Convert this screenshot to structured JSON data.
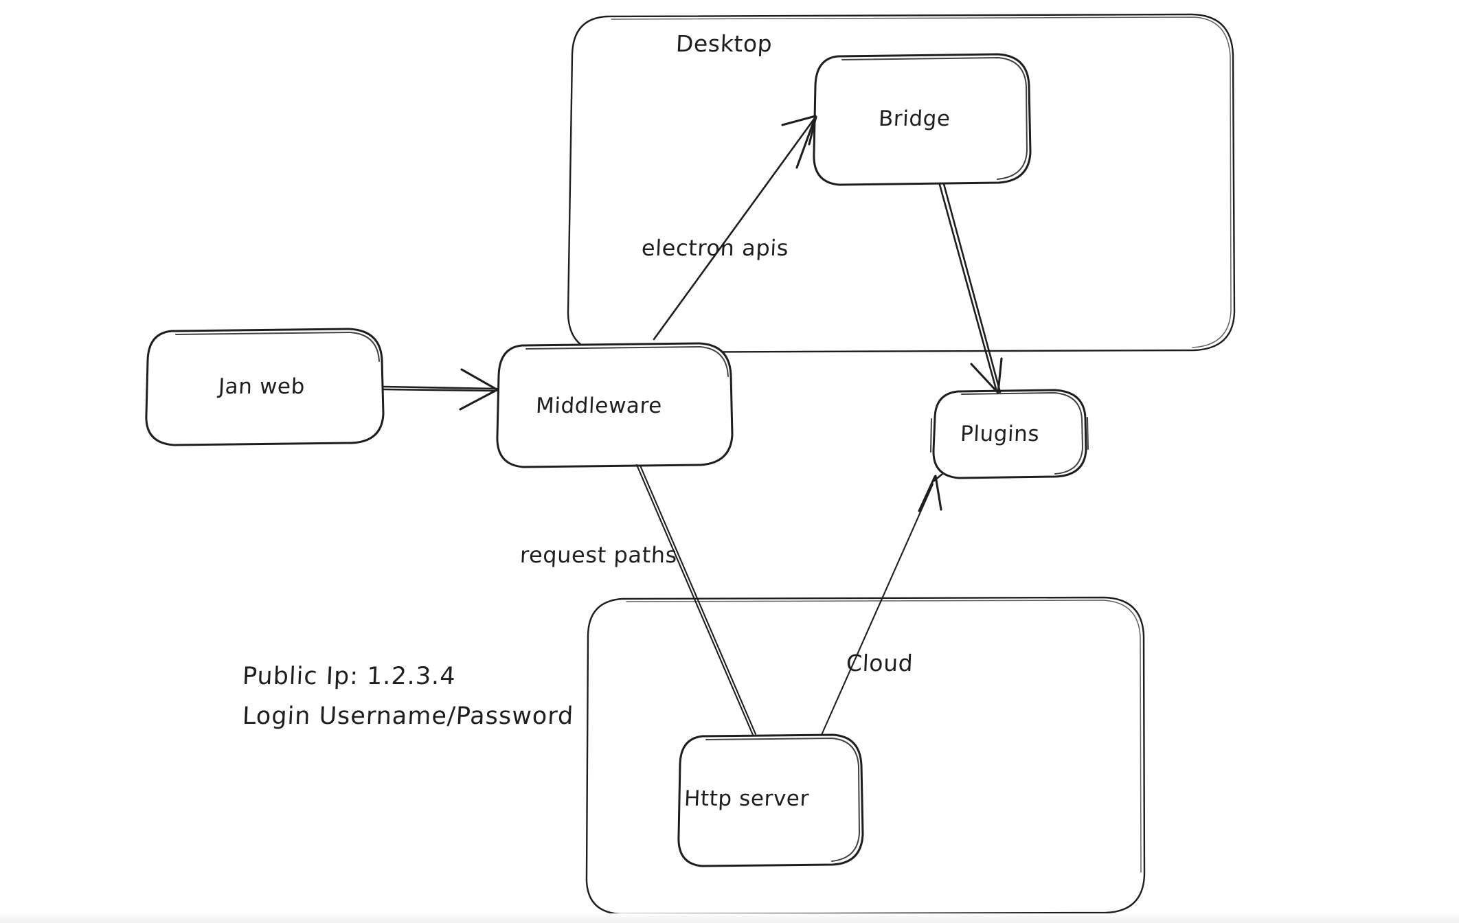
{
  "diagram": {
    "title": "Jan architecture diagram",
    "style": "hand-drawn whiteboard sketch",
    "background_color": "#ffffff",
    "stroke_color": "#1e1e1e",
    "containers": [
      {
        "id": "desktop",
        "label": "Desktop"
      },
      {
        "id": "cloud",
        "label": "Cloud"
      }
    ],
    "nodes": [
      {
        "id": "jan-web",
        "label": "Jan web"
      },
      {
        "id": "middleware",
        "label": "Middleware"
      },
      {
        "id": "bridge",
        "label": "Bridge"
      },
      {
        "id": "plugins",
        "label": "Plugins"
      },
      {
        "id": "http-server",
        "label": "Http server"
      }
    ],
    "edges": [
      {
        "id": "janweb-to-middleware",
        "from": "jan-web",
        "to": "middleware",
        "label": ""
      },
      {
        "id": "middleware-to-bridge",
        "from": "middleware",
        "to": "bridge",
        "label": "electron apis"
      },
      {
        "id": "bridge-to-plugins",
        "from": "bridge",
        "to": "plugins",
        "label": ""
      },
      {
        "id": "middleware-to-httpserver",
        "from": "middleware",
        "to": "http-server",
        "label": "request paths"
      },
      {
        "id": "httpserver-to-plugins",
        "from": "http-server",
        "to": "plugins",
        "label": ""
      }
    ],
    "edge_labels": {
      "electron_apis": "electron apis",
      "request_paths": "request paths"
    },
    "notes": {
      "line1": "Public Ip: 1.2.3.4",
      "line2": "Login Username/Password"
    }
  }
}
